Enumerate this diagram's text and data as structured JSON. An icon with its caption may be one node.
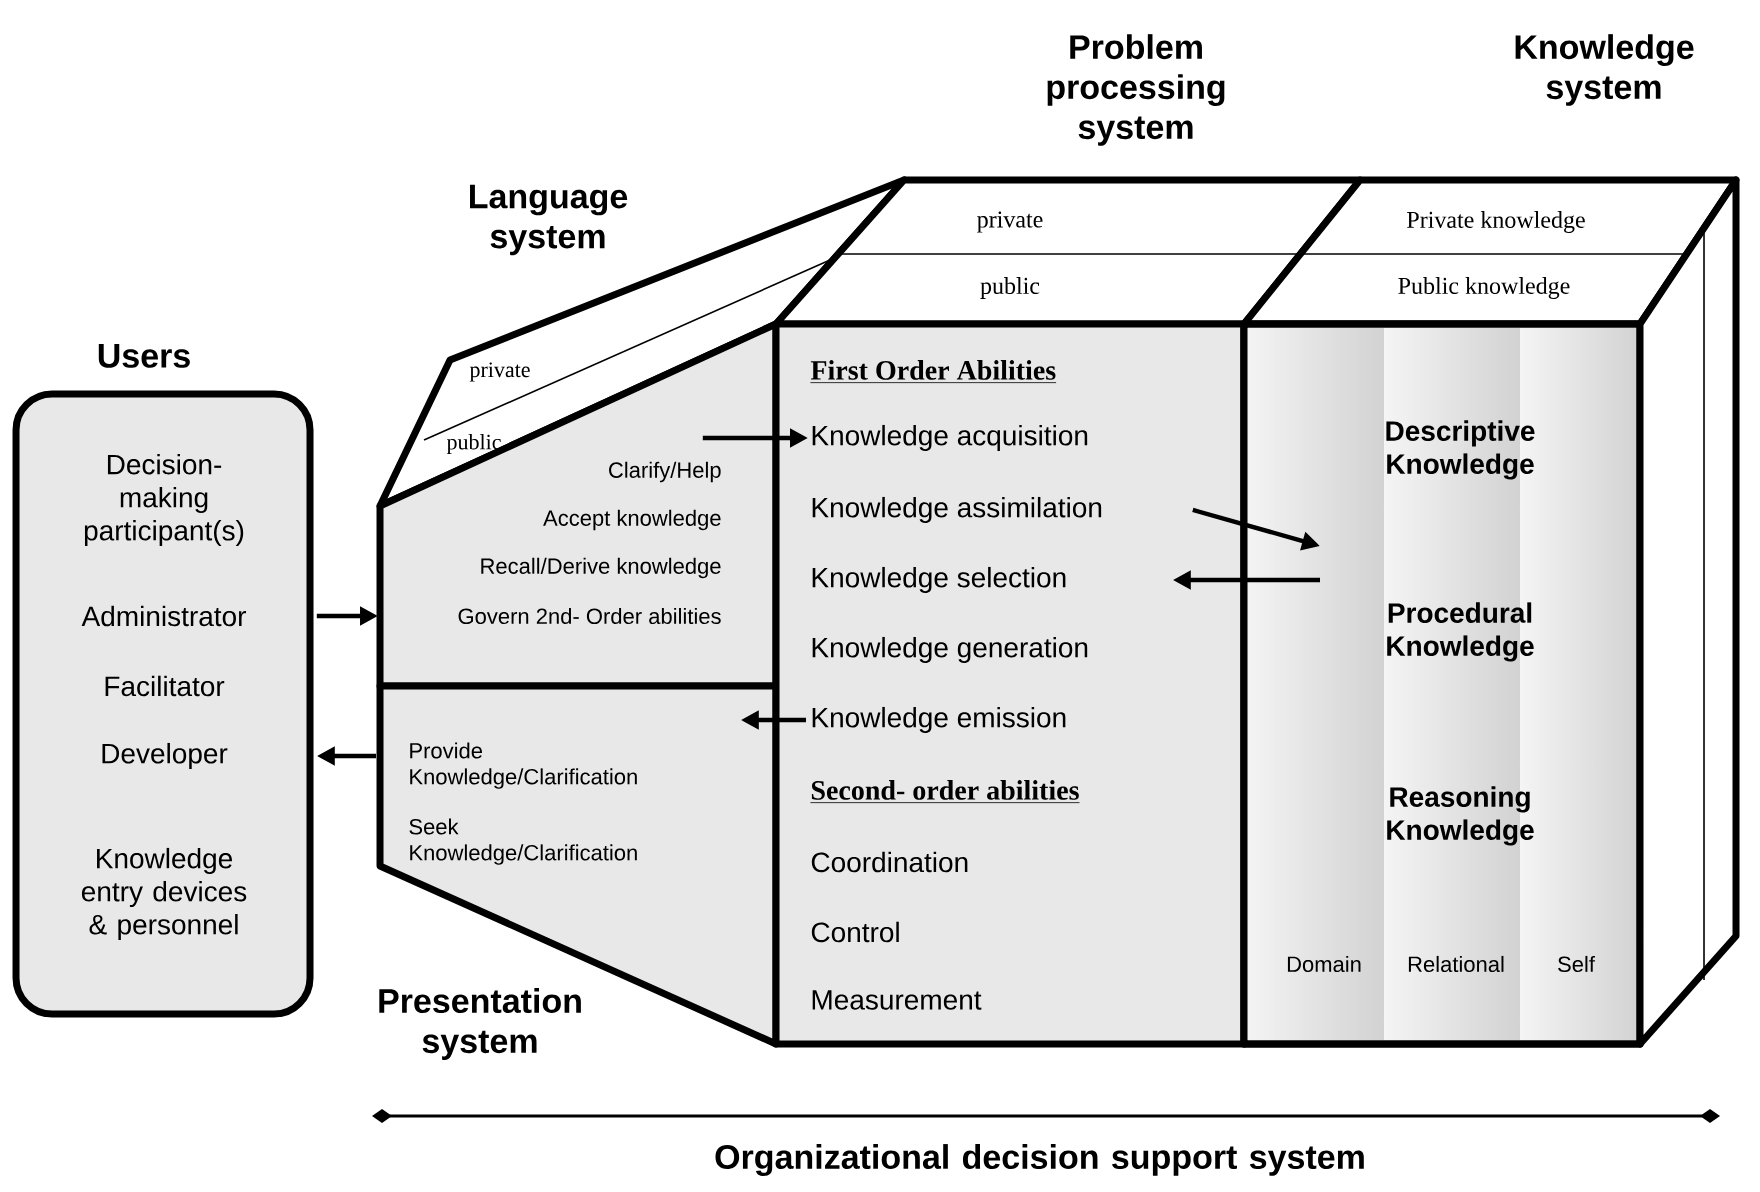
{
  "diagram": {
    "nodes": [
      {
        "text": [
          "Users",
          "Decision-making participant(s)",
          "Administrator",
          "Facilitator",
          "Developer",
          "Knowledge entry devices & personnel"
        ]
      },
      {
        "text": [
          "private",
          "public"
        ]
      },
      {
        "text": [
          "Clarify/Help",
          "Accept knowledge",
          "Recall/Derive knowledge",
          "Govern 2nd- Order abilities"
        ]
      },
      {
        "text": [
          "Provide Knowledge/Clarification",
          "Seek Knowledge/Clarification"
        ],
        "beside": [
          "Presentation system"
        ]
      },
      {
        "text": [
          "private",
          "public"
        ]
      },
      {
        "text": [
          "First Order Abilities",
          "Knowledge acquisition",
          "Knowledge assimilation",
          "Knowledge selection",
          "Knowledge generation",
          "Knowledge emission",
          "Second- order abilities",
          "Coordination",
          "Control",
          "Measurement"
        ]
      },
      {
        "text": [
          "Private knowledge",
          "Public knowledge"
        ]
      },
      {
        "text": [
          "Descriptive Knowledge",
          "Procedural Knowledge",
          "Reasoning Knowledge",
          "Domain",
          "Relational",
          "Self"
        ]
      }
    ],
    "edges": [
      {
        "from": 0,
        "to": 2,
        "arrow": "to"
      },
      {
        "from": 3,
        "to": 0,
        "arrow": "to"
      },
      {
        "from": 2,
        "to": 5,
        "arrow": "to"
      },
      {
        "from": 5,
        "to": 3,
        "arrow": "to"
      },
      {
        "from": 5,
        "to": 7,
        "arrow": "to"
      },
      {
        "from": 7,
        "to": 5,
        "arrow": "to"
      }
    ],
    "labels": [
      "Problem processing system",
      "Knowledge system",
      "Language system",
      "Organizational decision support system"
    ]
  }
}
